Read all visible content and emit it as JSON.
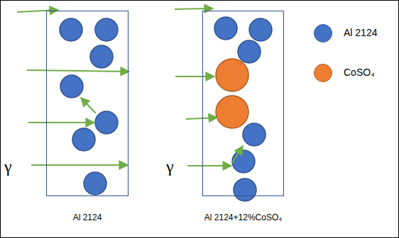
{
  "diagram": {
    "nodes": [
      {
        "text": [
          "Al 2124"
        ]
      },
      {
        "text": [
          "Al 2124+12%CoSO₄"
        ]
      }
    ],
    "labels": [
      "γ",
      "γ"
    ],
    "legend": [
      {
        "text": "Al 2124",
        "color": "#4472C4"
      },
      {
        "text": "CoSO₄",
        "color": "#ED7D31"
      }
    ]
  }
}
